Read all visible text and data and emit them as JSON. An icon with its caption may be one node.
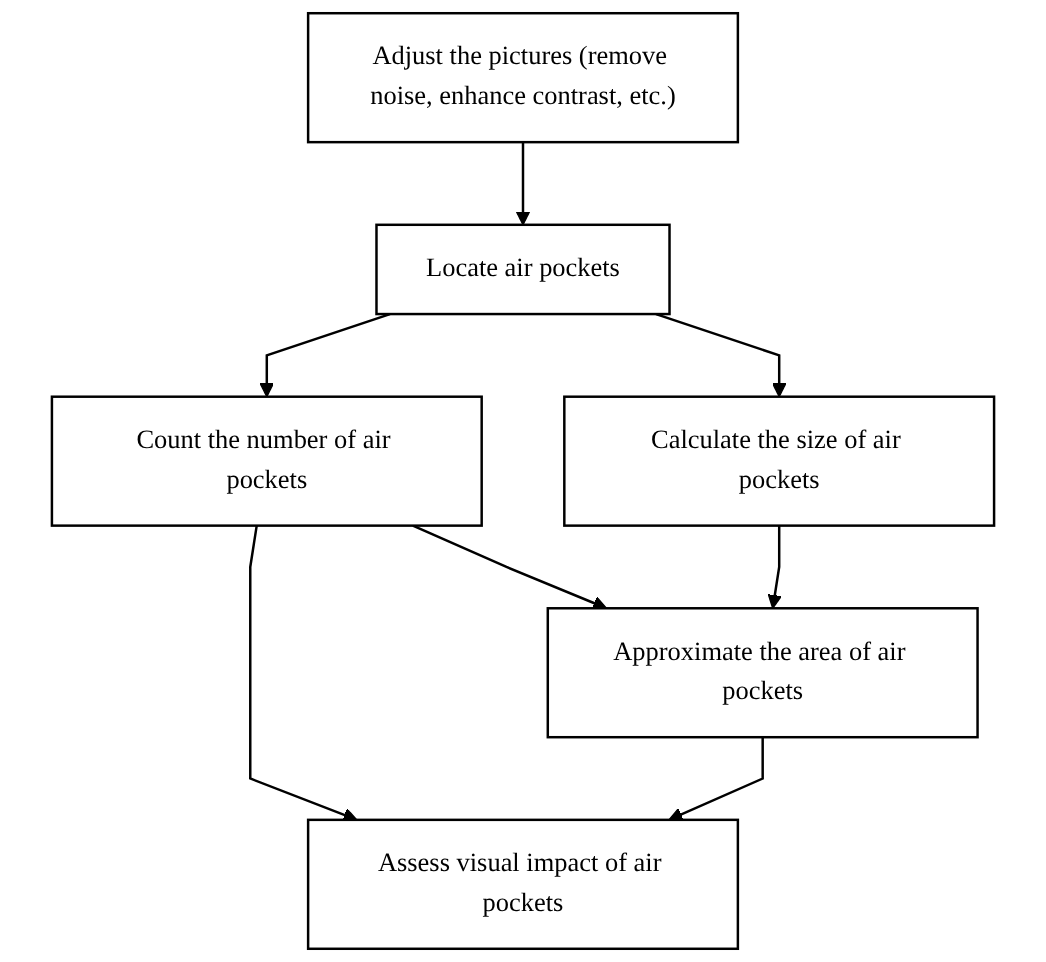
{
  "diagram": {
    "nodes": [
      {
        "text": [
          "Adjust the pictures (remove noise, enhance contrast, etc.)"
        ]
      },
      {
        "text": [
          "Locate air pockets"
        ]
      },
      {
        "text": [
          "Count the number of air pockets"
        ]
      },
      {
        "text": [
          "Calculate the size of air pockets"
        ]
      },
      {
        "text": [
          "Approximate the area of air pockets"
        ]
      },
      {
        "text": [
          "Assess visual impact of air pockets"
        ]
      }
    ],
    "edges": [
      {
        "from": 0,
        "to": 1,
        "arrow": "to"
      },
      {
        "from": 1,
        "to": 2,
        "arrow": "to"
      },
      {
        "from": 1,
        "to": 3,
        "arrow": "to"
      },
      {
        "from": 2,
        "to": 4,
        "arrow": "to"
      },
      {
        "from": 3,
        "to": 4,
        "arrow": "to"
      },
      {
        "from": 2,
        "to": 5,
        "arrow": "to"
      },
      {
        "from": 4,
        "to": 5,
        "arrow": "to"
      }
    ]
  }
}
